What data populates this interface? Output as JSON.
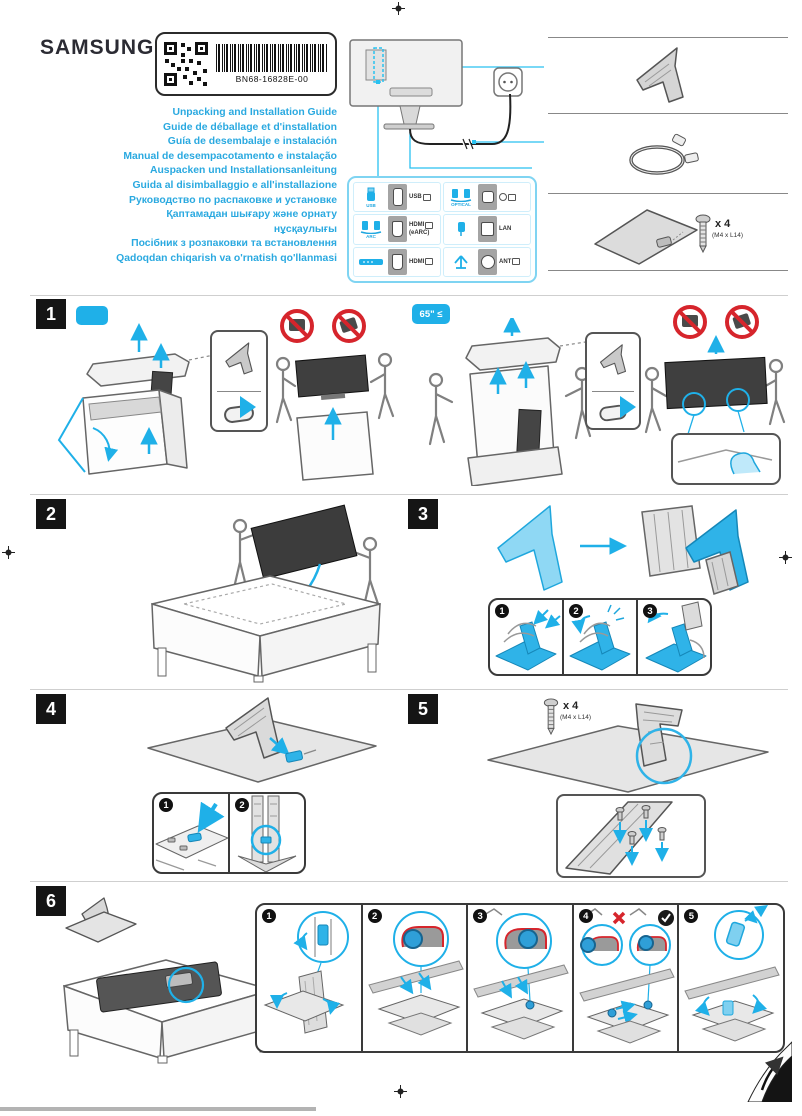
{
  "header": {
    "brand": "SAMSUNG",
    "part_number": "BN68-16828E-00",
    "titles": [
      "Unpacking and Installation Guide",
      "Guide de déballage et d'installation",
      "Guía de desembalaje e instalación",
      "Manual de desempacotamento e instalação",
      "Auspacken und Installationsanleitung",
      "Guida al disimballaggio e all'installazione",
      "Руководство по распаковке и установке",
      "Қаптамадан шығару және орнату нұсқаулығы",
      "Посібник з розпаковки та встановлення",
      "Qadoqdan chiqarish va o'rnatish qo'llanmasi"
    ]
  },
  "ports": {
    "left": [
      {
        "icon_label": "USB",
        "label": "USB"
      },
      {
        "icon_label": "ARC",
        "label": "HDMI",
        "sublabel": "(eARC)"
      },
      {
        "icon_label": "",
        "label": "HDMI",
        "sublabel": ""
      }
    ],
    "right": [
      {
        "icon_label": "OPTICAL",
        "label": ""
      },
      {
        "icon_label": "",
        "label": "LAN"
      },
      {
        "icon_label": "",
        "label": "ANT"
      }
    ]
  },
  "accessories": {
    "screw_qty": "x 4",
    "screw_spec": "(M4 x L14)"
  },
  "steps": {
    "s1": {
      "num": "1",
      "size_large": "65\" ≤"
    },
    "s2": {
      "num": "2"
    },
    "s3": {
      "num": "3",
      "substeps": [
        "1",
        "2",
        "3"
      ]
    },
    "s4": {
      "num": "4",
      "substeps": [
        "1",
        "2"
      ]
    },
    "s5": {
      "num": "5",
      "screw_qty": "x 4",
      "screw_spec": "(M4 x L14)"
    },
    "s6": {
      "num": "6",
      "substeps": [
        "1",
        "2",
        "3",
        "4",
        "5"
      ]
    }
  },
  "colors": {
    "accent": "#1fb0e8",
    "title_text": "#2aa9e0",
    "prohibition": "#d6252c"
  }
}
